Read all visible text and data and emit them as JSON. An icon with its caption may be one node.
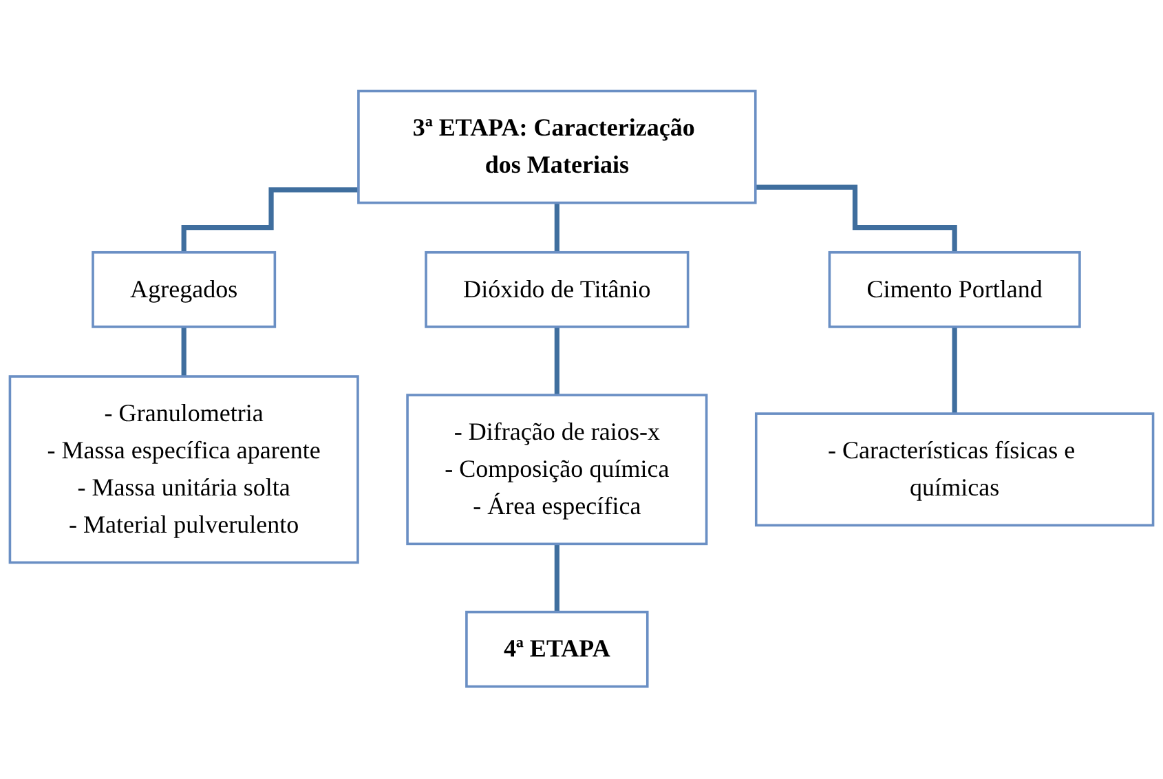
{
  "diagram": {
    "nodes": [
      {
        "text": [
          "3ª ETAPA: Caracterização dos Materiais"
        ]
      },
      {
        "text": [
          "Agregados"
        ]
      },
      {
        "text": [
          "Dióxido de Titânio"
        ]
      },
      {
        "text": [
          "Cimento Portland"
        ]
      },
      {
        "text": [
          "- Granulometria",
          "- Massa específica aparente",
          "- Massa unitária solta",
          "- Material pulverulento"
        ]
      },
      {
        "text": [
          "- Difração de raios-x",
          "- Composição química",
          "- Área específica"
        ]
      },
      {
        "text": [
          "- Características físicas e químicas"
        ]
      },
      {
        "text": [
          "4ª ETAPA"
        ]
      }
    ],
    "edges": [
      {
        "from": 0,
        "to": 1,
        "arrow": "none"
      },
      {
        "from": 0,
        "to": 2,
        "arrow": "none"
      },
      {
        "from": 0,
        "to": 3,
        "arrow": "none"
      },
      {
        "from": 1,
        "to": 4,
        "arrow": "none"
      },
      {
        "from": 2,
        "to": 5,
        "arrow": "none"
      },
      {
        "from": 3,
        "to": 6,
        "arrow": "none"
      },
      {
        "from": 5,
        "to": 7,
        "arrow": "none"
      }
    ]
  }
}
